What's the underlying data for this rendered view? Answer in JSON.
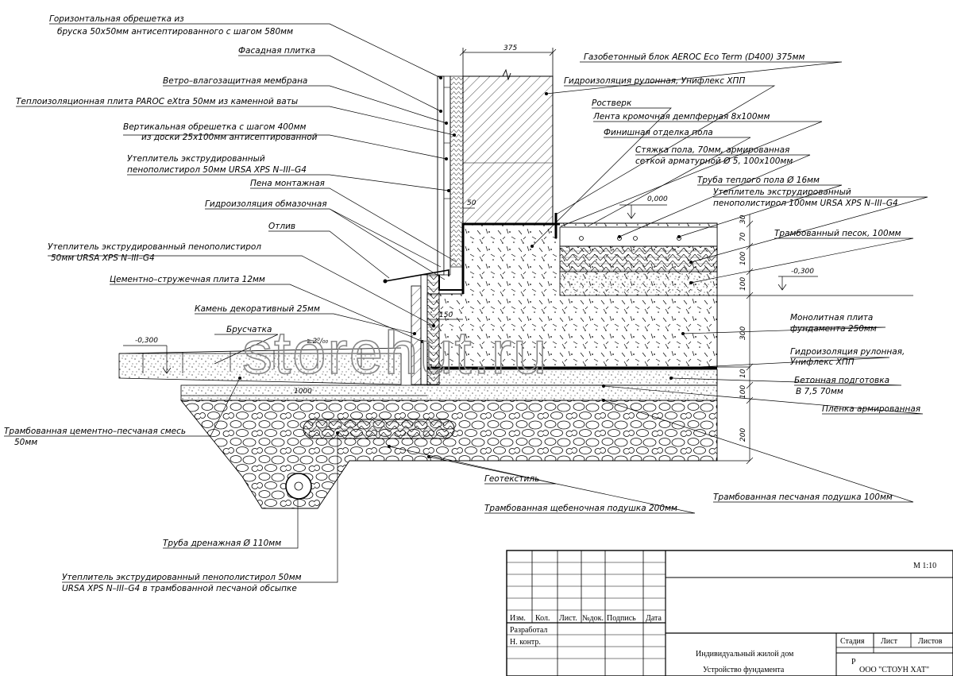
{
  "labels": {
    "horiz_lath_1": "Горизонтальная обрешетка из",
    "horiz_lath_2": "бруска 50x50мм антисептированного  с шагом 580мм",
    "facade_tile": "Фасадная плитка",
    "membrane": "Ветро–влагозащитная мембрана",
    "paroc": "Теплоизоляционная плита PAROC eXtra 50мм из каменной ваты",
    "vert_lath_1": "Вертикальная обрешетка с шагом 400мм",
    "vert_lath_2": "из доски 25x100мм антисептированной",
    "xps_wall_1": "Утеплитель экструдированный",
    "xps_wall_2": "пенополистирол 50мм URSA XPS N–III–G4",
    "foam": "Пена монтажная",
    "coat_wp": "Гидроизоляция обмазочная",
    "drip": "Отлив",
    "xps_plinth_1": "Утеплитель экструдированный пенополистирол",
    "xps_plinth_2": "50мм URSA XPS N–III–G4",
    "csp": "Цементно–стружечная плита 12мм",
    "stone": "Камень декоративный 25мм",
    "paver": "Брусчатка",
    "sand_cement_1": "Трамбованная цементно–песчаная смесь",
    "sand_cement_2": "50мм",
    "drain": "Труба дренажная Ø 110мм",
    "xps_drain_1": "Утеплитель экструдированный пенополистирол 50мм",
    "xps_drain_2": "URSA XPS N–III–G4 в трамбованной песчаной обсыпке",
    "aeroc": "Газобетонный блок AEROC Eco Term (D400) 375мм",
    "roll_wp_top": "Гидроизоляция рулонная, Унифлекс ХПП",
    "rostverk": "Ростверк",
    "edge_tape": "Лента кромочная демпферная 8x100мм",
    "finish_floor": "Финишная отделка пола",
    "screed_1": "Стяжка пола, 70мм, армированная",
    "screed_2": "сеткой арматурной Ø 5, 100x100мм",
    "heat_pipe": "Труба теплого пола Ø 16мм",
    "xps_floor_1": "Утеплитель экструдированный",
    "xps_floor_2": "пенополистирол 100мм URSA XPS N–III–G4",
    "sand_100": "Трамбованный песок, 100мм",
    "slab_1": "Монолитная плита",
    "slab_2": "фундамента 250мм",
    "roll_wp_bot_1": "Гидроизоляция рулонная,",
    "roll_wp_bot_2": "Унифлекс ХПП",
    "concrete_prep_1": "Бетонная подготовка",
    "concrete_prep_2": "В 7,5   70мм",
    "film": "Пленка армированная",
    "geotextile": "Геотекстиль",
    "sand_pillow": "Трамбованная песчаная подушка 100мм",
    "gravel_pillow": "Трамбованная щебеночная подушка 200мм"
  },
  "dims": {
    "d375": "375",
    "d50": "50",
    "d150": "150",
    "d1000": "1000",
    "slope": "≥2⁰/₀₀",
    "lvl_0": "0,000",
    "lvl_m300a": "-0,300",
    "lvl_m300b": "-0,300",
    "r30": "30",
    "r70": "70",
    "r100a": "100",
    "r100b": "100",
    "r300": "300",
    "r10": "10",
    "r100c": "100",
    "r200": "200"
  },
  "title_block": {
    "scale": "М 1:10",
    "h_izm": "Изм.",
    "h_kol": "Кол.",
    "h_list": "Лист.",
    "h_ndok": "№док.",
    "h_podpis": "Подпись",
    "h_data": "Дата",
    "developed": "Разработал",
    "norm": "Н. контр.",
    "project": "Индивидуальный жилой дом",
    "stage_h": "Стадия",
    "sheet_h": "Лист",
    "sheets_h": "Листов",
    "stage_v": "Р",
    "sheet_title": "Устройство фундамента",
    "company": "ООО \"СТОУН ХАТ\""
  },
  "watermark": "storehut.ru",
  "colors": {
    "line": "#000000",
    "watermark": "#888888"
  }
}
